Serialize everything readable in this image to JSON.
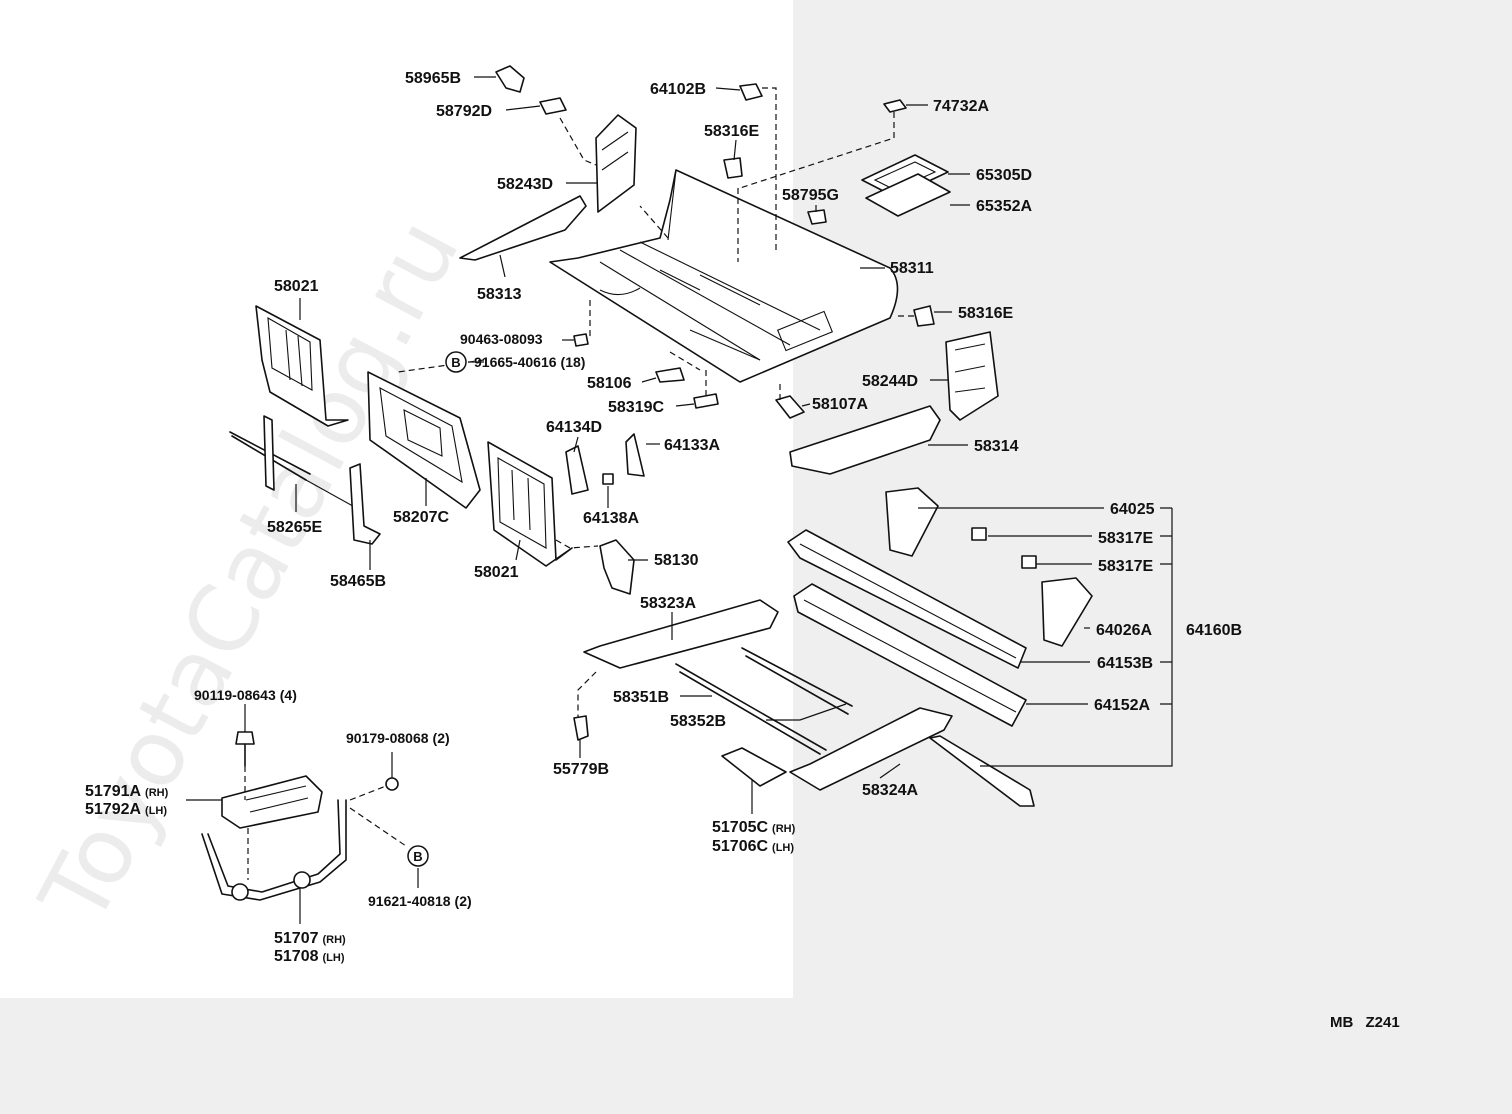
{
  "diagram": {
    "watermark": "ToyotaCatalog.ru",
    "reference": "MB Z241",
    "parts": {
      "p58965B": "58965B",
      "p58792D": "58792D",
      "p64102B": "64102B",
      "p74732A": "74732A",
      "p58316E_top": "58316E",
      "p58243D": "58243D",
      "p65305D": "65305D",
      "p58795G": "58795G",
      "p65352A": "65352A",
      "p58311": "58311",
      "p58313": "58313",
      "p58021_left": "58021",
      "p58316E_right": "58316E",
      "p90463": "90463-08093",
      "p91665": "91665-40616",
      "p91665_qty": "(18)",
      "p58244D": "58244D",
      "p58106": "58106",
      "p58107A": "58107A",
      "p58319C": "58319C",
      "p64134D": "64134D",
      "p64133A": "64133A",
      "p58314": "58314",
      "p64138A": "64138A",
      "p58265E": "58265E",
      "p58207C": "58207C",
      "p64025": "64025",
      "p58317E_1": "58317E",
      "p58317E_2": "58317E",
      "p58021_mid": "58021",
      "p58130": "58130",
      "p58465B": "58465B",
      "p58323A": "58323A",
      "p64026A": "64026A",
      "p64160B": "64160B",
      "p64153B": "64153B",
      "p58351B": "58351B",
      "p64152A": "64152A",
      "p58352B": "58352B",
      "p90119": "90119-08643",
      "p90119_qty": "(4)",
      "p90179": "90179-08068",
      "p90179_qty": "(2)",
      "p55779B": "55779B",
      "p58324A": "58324A",
      "p51791A": "51791A",
      "p51791A_side": "(RH)",
      "p51792A": "51792A",
      "p51792A_side": "(LH)",
      "p51705C": "51705C",
      "p51705C_side": "(RH)",
      "p51706C": "51706C",
      "p51706C_side": "(LH)",
      "p91621": "91621-40818",
      "p91621_qty": "(2)",
      "p51707": "51707",
      "p51707_side": "(RH)",
      "p51708": "51708",
      "p51708_side": "(LH)",
      "mark_b": "B"
    }
  }
}
